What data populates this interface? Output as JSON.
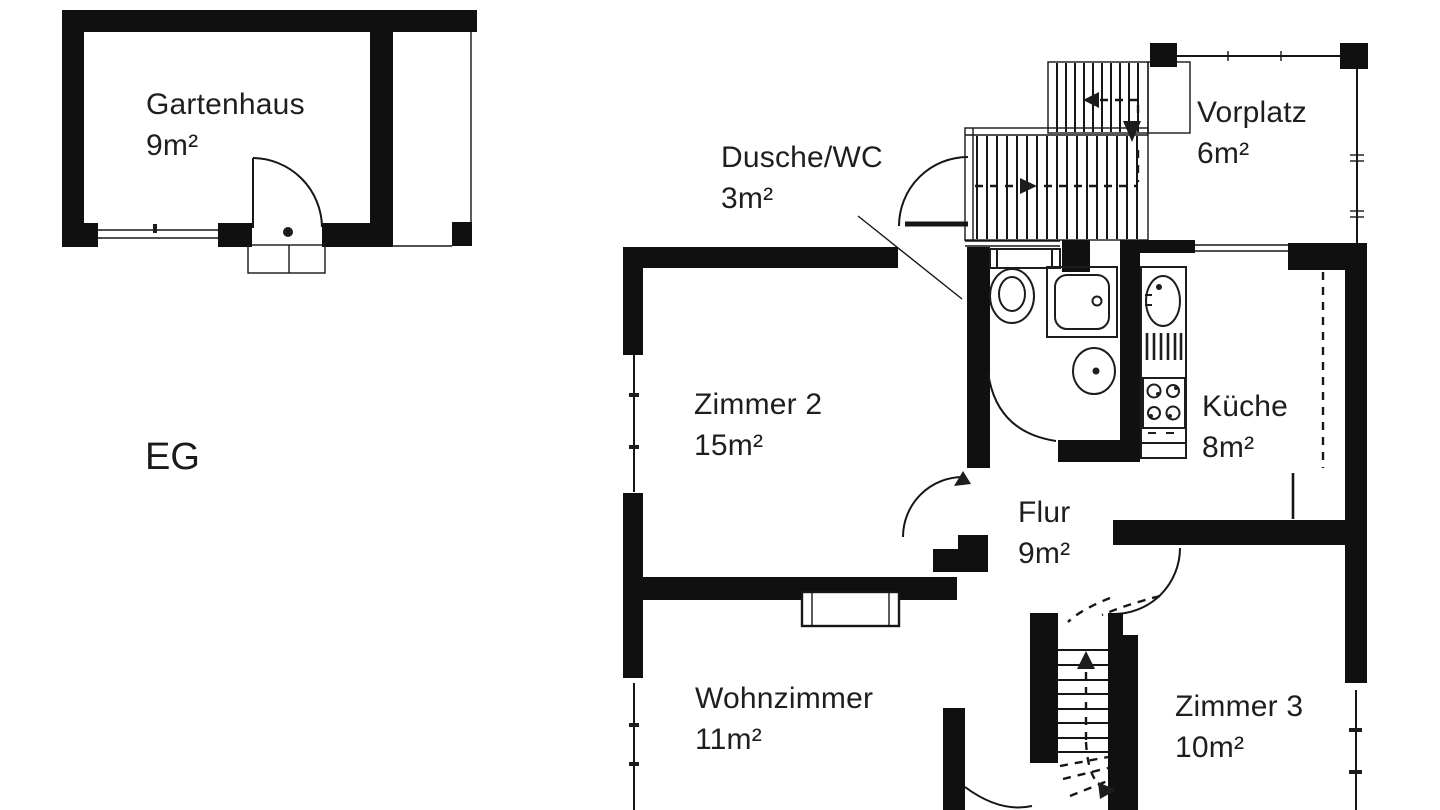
{
  "floor_plan": {
    "floor_label": "EG",
    "rooms": [
      {
        "id": "gartenhaus",
        "name": "Gartenhaus",
        "area": "9m²"
      },
      {
        "id": "dusche-wc",
        "name": "Dusche/WC",
        "area": "3m²"
      },
      {
        "id": "vorplatz",
        "name": "Vorplatz",
        "area": "6m²"
      },
      {
        "id": "zimmer-2",
        "name": "Zimmer 2",
        "area": "15m²"
      },
      {
        "id": "kueche",
        "name": "Küche",
        "area": "8m²"
      },
      {
        "id": "flur",
        "name": "Flur",
        "area": "9m²"
      },
      {
        "id": "wohnzimmer",
        "name": "Wohnzimmer",
        "area": "11m²"
      },
      {
        "id": "zimmer-3",
        "name": "Zimmer 3",
        "area": "10m²"
      }
    ],
    "colors": {
      "wall": "#101010",
      "line": "#161616",
      "background": "#ffffff"
    }
  }
}
